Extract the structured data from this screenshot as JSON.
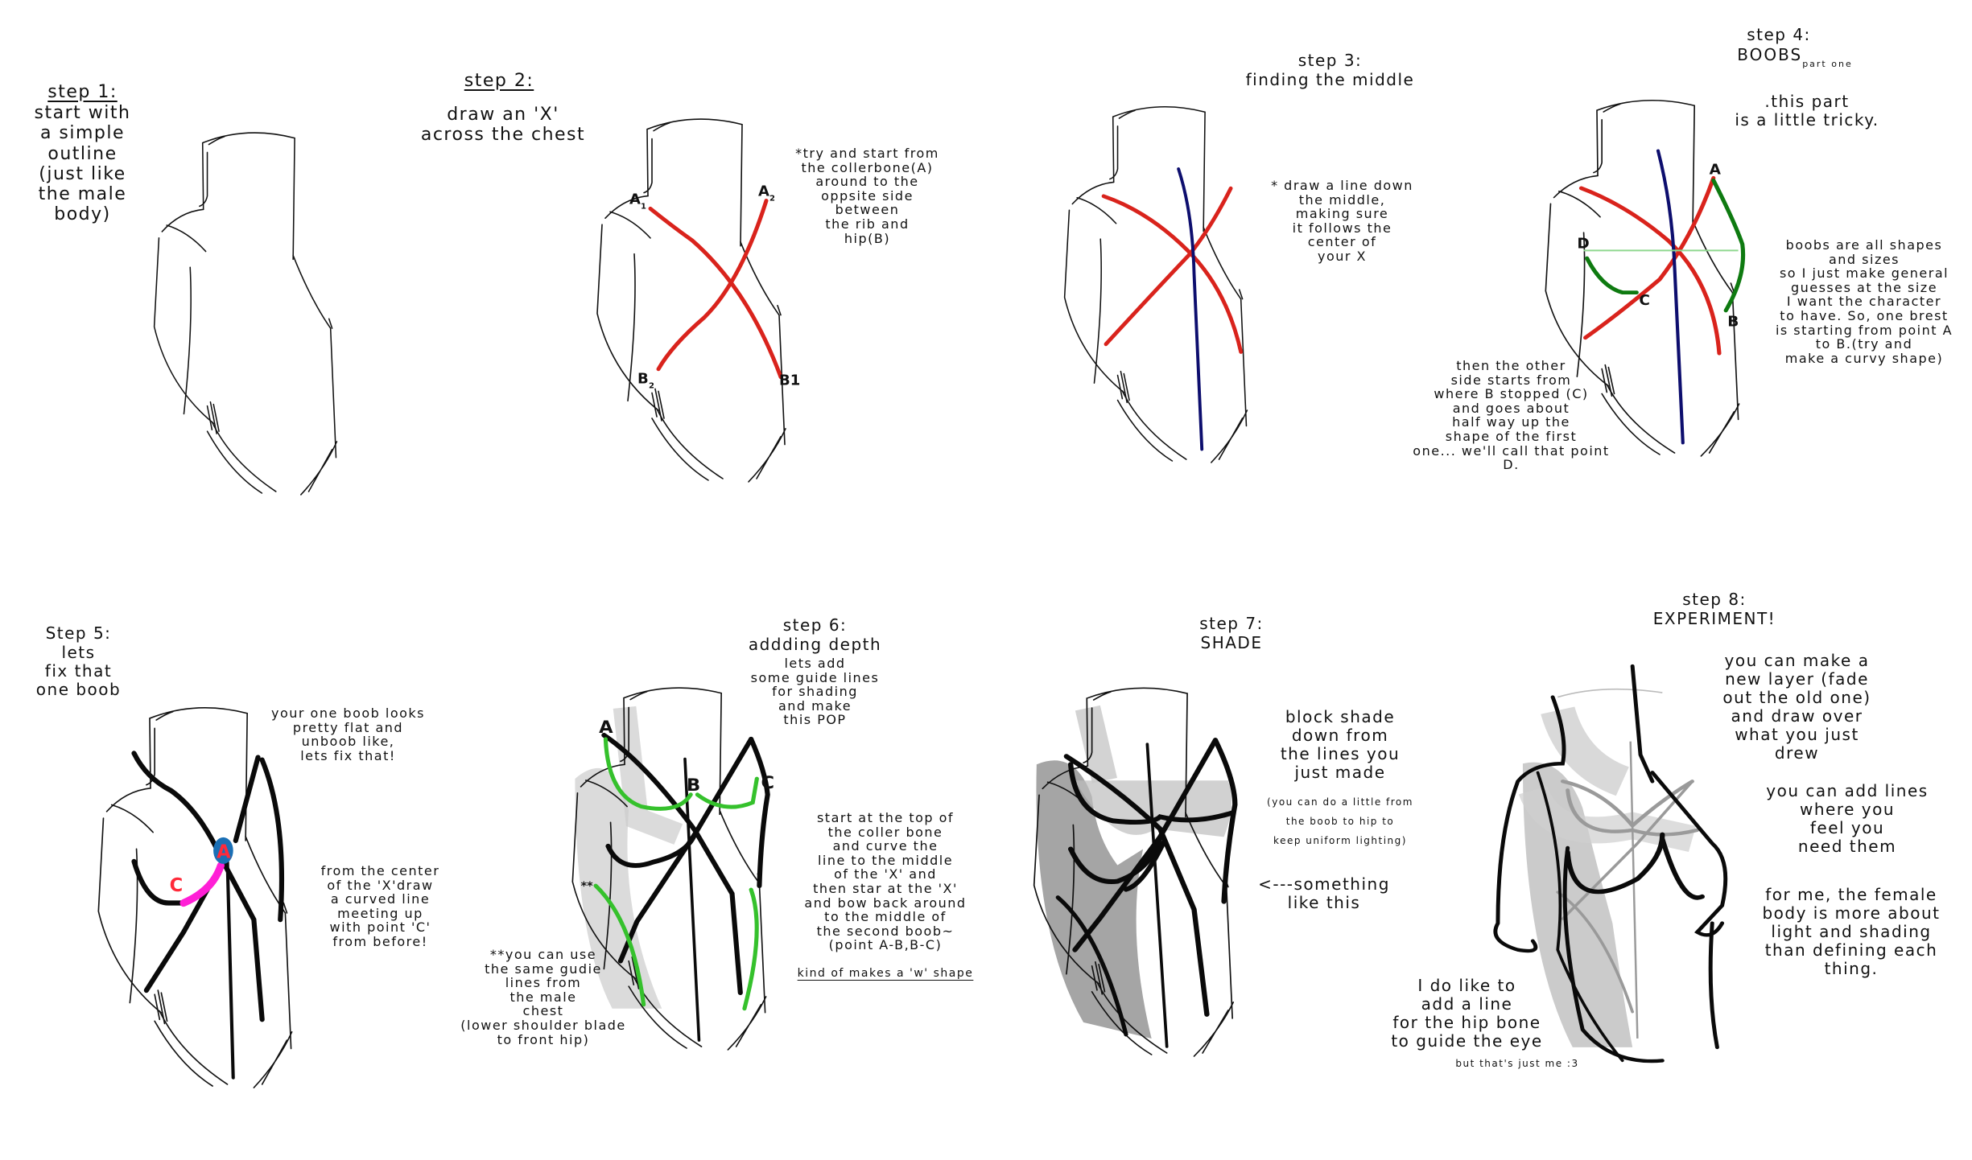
{
  "steps": [
    {
      "title": "step 1:",
      "body": "start with\na simple\noutline\n(just like\nthe male\nbody)"
    },
    {
      "title": "step 2:",
      "body": "draw an 'X'\nacross the chest",
      "note": "*try and start from\nthe collerbone(A)\naround to the\noppsite side\nbetween\nthe rib and\nhip(B)",
      "labels": {
        "a1": "A",
        "a1_sub": "1",
        "a2": "A",
        "a2_sub": "2",
        "b2": "B",
        "b2_sub": "2",
        "b1": "B1"
      }
    },
    {
      "title": "step 3:",
      "subtitle": "finding the middle",
      "note": "* draw a line down\nthe middle,\nmaking sure\nit follows the\ncenter of\nyour X"
    },
    {
      "title": "step 4:",
      "subtitle": "BOOBS",
      "subtitle_small": "part one",
      "intro": ".this part\nis a little tricky.",
      "note_right": "boobs are all shapes\nand sizes\nso I just make general\nguesses at the size\nI want the character\nto have. So, one brest\nis starting from point A\nto B.(try and\nmake a curvy shape)",
      "note_bottom": "then the other\nside starts from\nwhere B stopped (C)\nand goes about\nhalf way up the\nshape of the first\none... we'll call that point\nD.",
      "labels": {
        "a": "A",
        "b": "B",
        "c": "C",
        "d": "D"
      }
    },
    {
      "title": "Step 5:",
      "body": "lets\nfix that\none boob",
      "note_top": "your one boob looks\npretty flat and\nunboob like,\nlets fix that!",
      "note_mid": "from the center\nof the 'X'draw\na curved line\nmeeting up\nwith point 'C'\nfrom before!",
      "labels": {
        "a": "A",
        "c": "C"
      }
    },
    {
      "title": "step 6:",
      "subtitle": "addding depth",
      "body": "lets add\nsome guide lines\nfor shading\nand make\nthis POP",
      "note_right": "start at the top of\nthe coller bone\nand curve the\nline to the middle\nof the 'X' and\nthen star at the 'X'\nand bow back around\nto the middle of\nthe second boob~\n(point A-B,B-C)",
      "note_underline": "kind of makes a 'w' shape",
      "note_left": "**you can use\nthe same gudie\nlines from\nthe male\nchest\n(lower shoulder blade\nto front hip)",
      "labels": {
        "a": "A",
        "b": "B",
        "c": "C",
        "star": "**"
      }
    },
    {
      "title": "step 7:",
      "subtitle": "SHADE",
      "body": "block shade\ndown from\nthe lines you\njust made",
      "small": "(you can do  a little from\nthe boob to hip to\nkeep uniform lighting)",
      "pointer": "<---something\nlike this"
    },
    {
      "title": "step 8:",
      "subtitle": "EXPERIMENT!",
      "note1": "you can make a\nnew layer (fade\nout the old one)\nand draw over\nwhat you just\ndrew",
      "note2": "you can add lines\nwhere you\nfeel you\nneed them",
      "note3": "for me, the female\nbody is more about\nlight and shading\nthan defining each\nthing.",
      "note4": "I do like to\nadd a line\nfor the hip bone\nto guide the eye",
      "note5": "but that's just me :3"
    }
  ],
  "colors": {
    "x_lines": "#d9231c",
    "middle_line": "#0d0e6e",
    "boob_curve": "#0e7a10",
    "depth_guides": "#35c12c",
    "fix_curve": "#ff1fd6",
    "point_a": "#1a6fb5"
  }
}
